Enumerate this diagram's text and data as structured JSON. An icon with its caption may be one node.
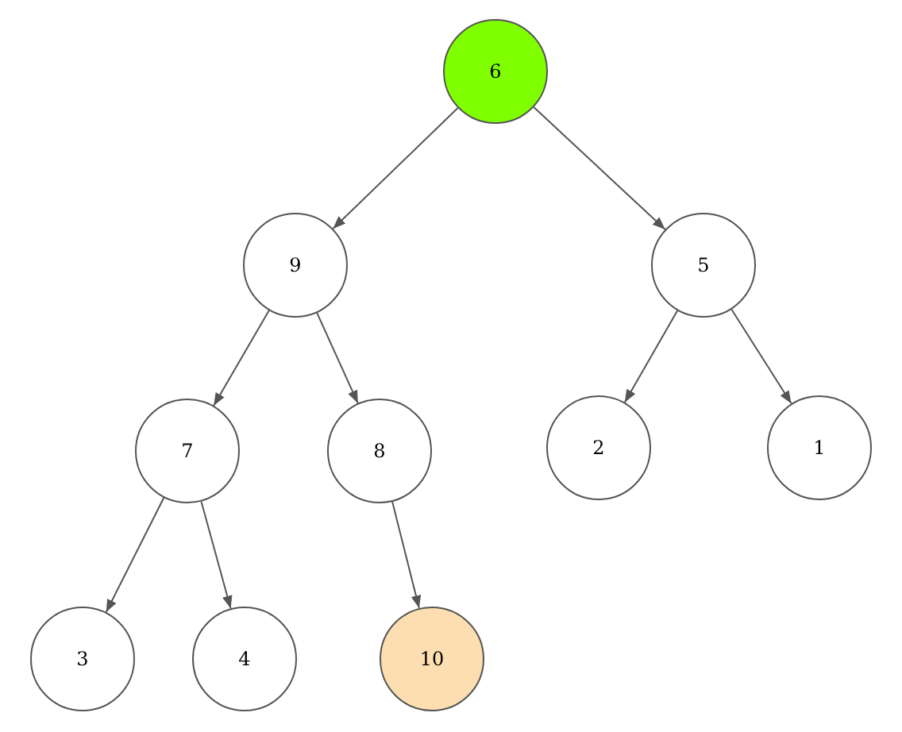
{
  "diagram": {
    "nodes": [
      {
        "text": [
          "6"
        ]
      },
      {
        "text": [
          "9"
        ]
      },
      {
        "text": [
          "5"
        ]
      },
      {
        "text": [
          "7"
        ]
      },
      {
        "text": [
          "8"
        ]
      },
      {
        "text": [
          "2"
        ]
      },
      {
        "text": [
          "1"
        ]
      },
      {
        "text": [
          "3"
        ]
      },
      {
        "text": [
          "4"
        ]
      },
      {
        "text": [
          "10"
        ]
      }
    ],
    "edges": [
      {
        "from": 0,
        "to": 1,
        "arrow": "to"
      },
      {
        "from": 0,
        "to": 2,
        "arrow": "to"
      },
      {
        "from": 1,
        "to": 3,
        "arrow": "to"
      },
      {
        "from": 1,
        "to": 4,
        "arrow": "to"
      },
      {
        "from": 2,
        "to": 5,
        "arrow": "to"
      },
      {
        "from": 2,
        "to": 6,
        "arrow": "to"
      },
      {
        "from": 3,
        "to": 7,
        "arrow": "to"
      },
      {
        "from": 3,
        "to": 8,
        "arrow": "to"
      },
      {
        "from": 4,
        "to": 9,
        "arrow": "to"
      }
    ]
  }
}
